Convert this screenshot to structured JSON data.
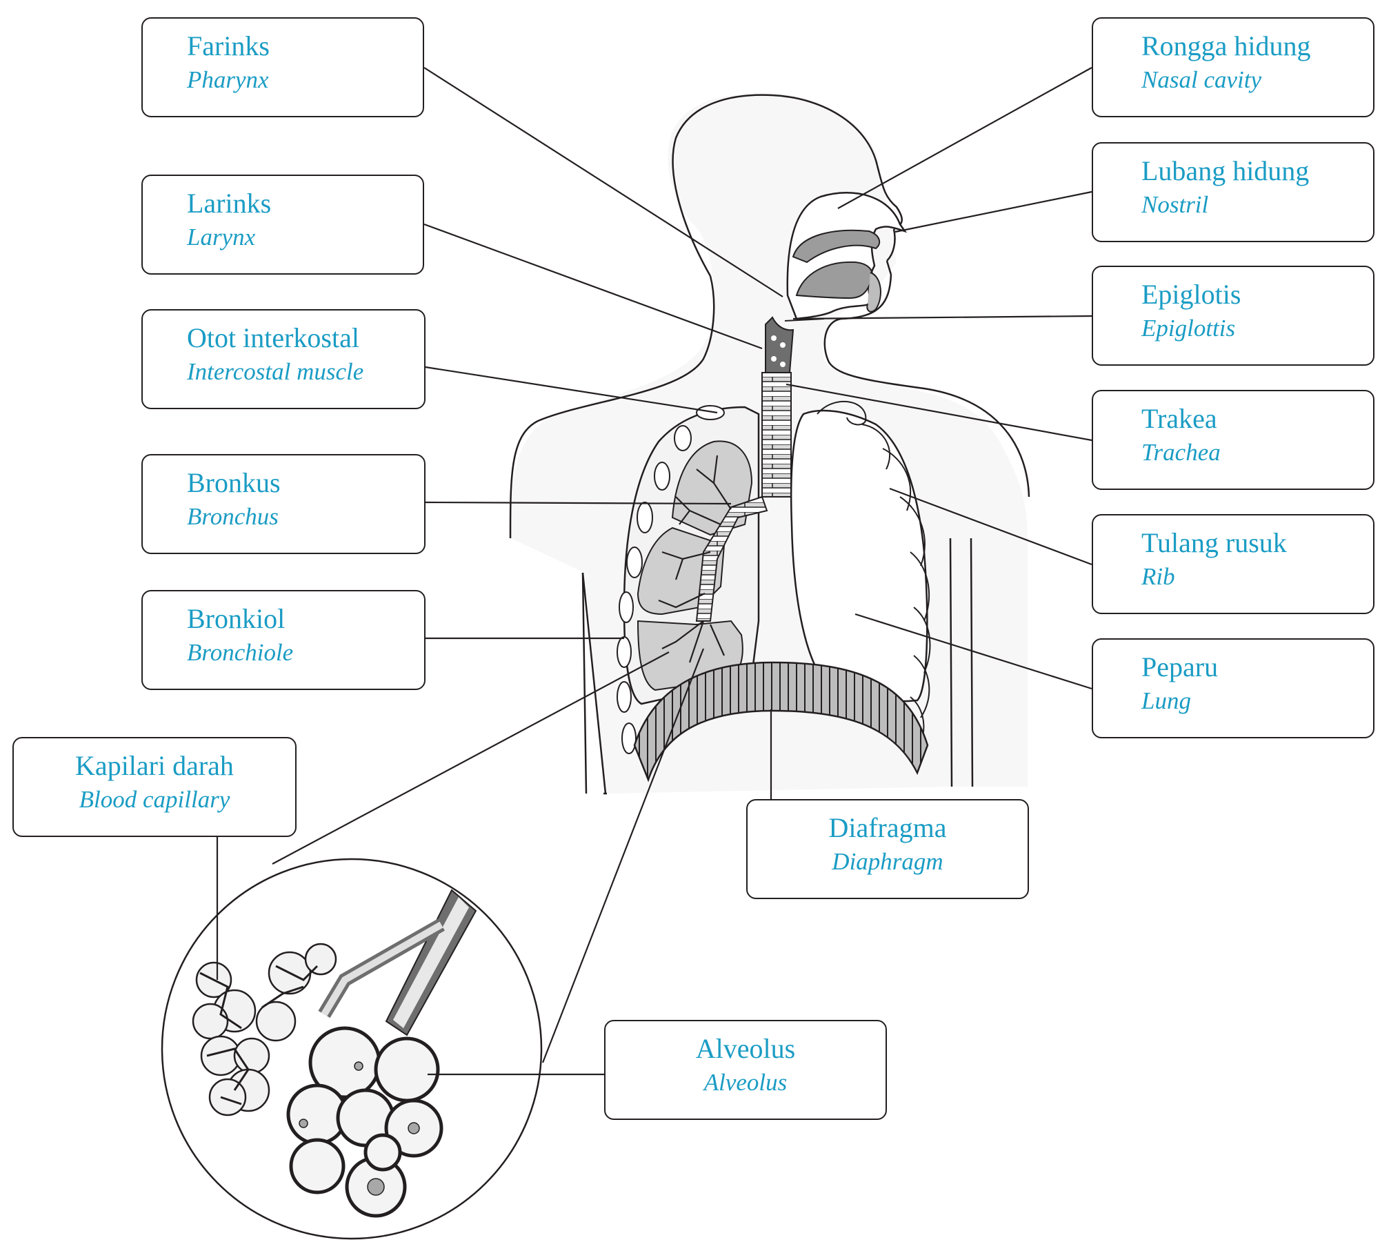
{
  "labels": {
    "farinks": {
      "ms": "Farinks",
      "en": "Pharynx"
    },
    "larinks": {
      "ms": "Larinks",
      "en": "Larynx"
    },
    "otot": {
      "ms": "Otot interkostal",
      "en": "Intercostal muscle"
    },
    "bronkus": {
      "ms": "Bronkus",
      "en": "Bronchus"
    },
    "bronkiol": {
      "ms": "Bronkiol",
      "en": "Bronchiole"
    },
    "kapilari": {
      "ms": "Kapilari darah",
      "en": "Blood capillary"
    },
    "rongga": {
      "ms": "Rongga hidung",
      "en": "Nasal cavity"
    },
    "lubang": {
      "ms": "Lubang hidung",
      "en": "Nostril"
    },
    "epiglotis": {
      "ms": "Epiglotis",
      "en": "Epiglottis"
    },
    "trakea": {
      "ms": "Trakea",
      "en": "Trachea"
    },
    "tulang": {
      "ms": "Tulang rusuk",
      "en": "Rib"
    },
    "peparu": {
      "ms": "Peparu",
      "en": "Lung"
    },
    "diafragma": {
      "ms": "Diafragma",
      "en": "Diaphragm"
    },
    "alveolus": {
      "ms": "Alveolus",
      "en": "Alveolus"
    }
  },
  "colors": {
    "label_text": "#1a9cc4",
    "line": "#231f20",
    "body_fill": "#f7f7f7",
    "lung_shade": "#cfcfcf",
    "dark_shade": "#6e6e6e"
  }
}
